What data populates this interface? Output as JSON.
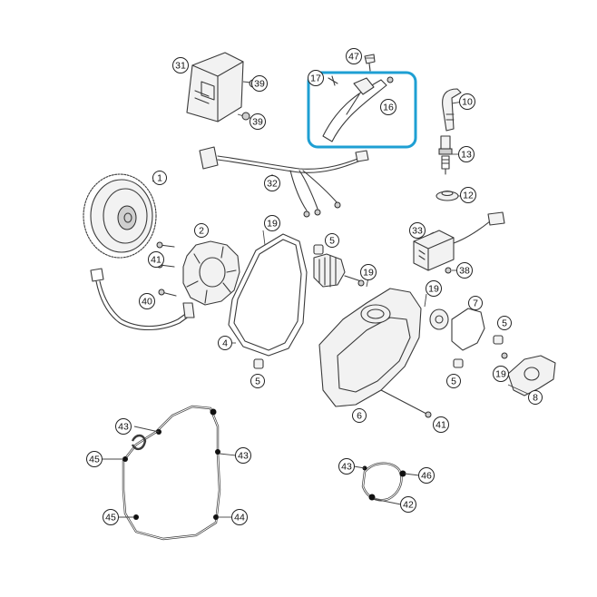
{
  "diagram": {
    "highlight_color": "#1e9fd3",
    "callouts": [
      {
        "id": "c31",
        "label": "31"
      },
      {
        "id": "c39a",
        "label": "39"
      },
      {
        "id": "c39b",
        "label": "39"
      },
      {
        "id": "c47",
        "label": "47"
      },
      {
        "id": "c17",
        "label": "17"
      },
      {
        "id": "c16",
        "label": "16"
      },
      {
        "id": "c10",
        "label": "10"
      },
      {
        "id": "c13",
        "label": "13"
      },
      {
        "id": "c12",
        "label": "12"
      },
      {
        "id": "c32",
        "label": "32"
      },
      {
        "id": "c1",
        "label": "1"
      },
      {
        "id": "c2",
        "label": "2"
      },
      {
        "id": "c19a",
        "label": "19"
      },
      {
        "id": "c5a",
        "label": "5"
      },
      {
        "id": "c33",
        "label": "33"
      },
      {
        "id": "c41a",
        "label": "41"
      },
      {
        "id": "c38",
        "label": "38"
      },
      {
        "id": "c19b",
        "label": "19"
      },
      {
        "id": "c19c",
        "label": "19"
      },
      {
        "id": "c7",
        "label": "7"
      },
      {
        "id": "c40",
        "label": "40"
      },
      {
        "id": "c4",
        "label": "4"
      },
      {
        "id": "c5b",
        "label": "5"
      },
      {
        "id": "c5c",
        "label": "5"
      },
      {
        "id": "c5d",
        "label": "5"
      },
      {
        "id": "c19d",
        "label": "19"
      },
      {
        "id": "c8",
        "label": "8"
      },
      {
        "id": "c6",
        "label": "6"
      },
      {
        "id": "c41b",
        "label": "41"
      },
      {
        "id": "c43a",
        "label": "43"
      },
      {
        "id": "c45a",
        "label": "45"
      },
      {
        "id": "c43b",
        "label": "43"
      },
      {
        "id": "c45b",
        "label": "45"
      },
      {
        "id": "c44",
        "label": "44"
      },
      {
        "id": "c43c",
        "label": "43"
      },
      {
        "id": "c46",
        "label": "46"
      },
      {
        "id": "c42",
        "label": "42"
      }
    ]
  }
}
